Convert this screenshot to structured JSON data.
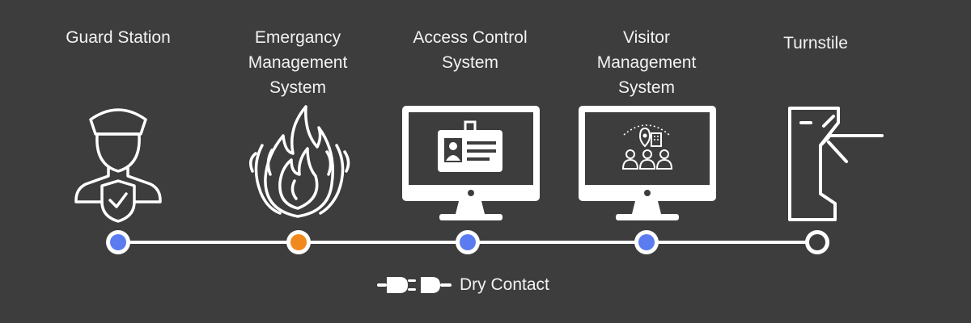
{
  "nodes": [
    {
      "label": "Guard Station",
      "icon": "guard-officer-icon",
      "status": "blue"
    },
    {
      "label": "Emergancy\nManagement\nSystem",
      "icon": "fire-icon",
      "status": "orange"
    },
    {
      "label": "Access Control\nSystem",
      "icon": "id-card-monitor-icon",
      "status": "blue"
    },
    {
      "label": "Visitor\nManagement\nSystem",
      "icon": "visitor-monitor-icon",
      "status": "blue"
    },
    {
      "label": "Turnstile",
      "icon": "turnstile-icon",
      "status": "empty"
    }
  ],
  "legend": {
    "label": "Dry Contact",
    "icon": "plug-socket-icon"
  },
  "colors": {
    "background": "#3d3d3d",
    "line": "#ffffff",
    "blue": "#5b7cf0",
    "orange": "#f08a1c",
    "empty": "#3d3d3d"
  }
}
